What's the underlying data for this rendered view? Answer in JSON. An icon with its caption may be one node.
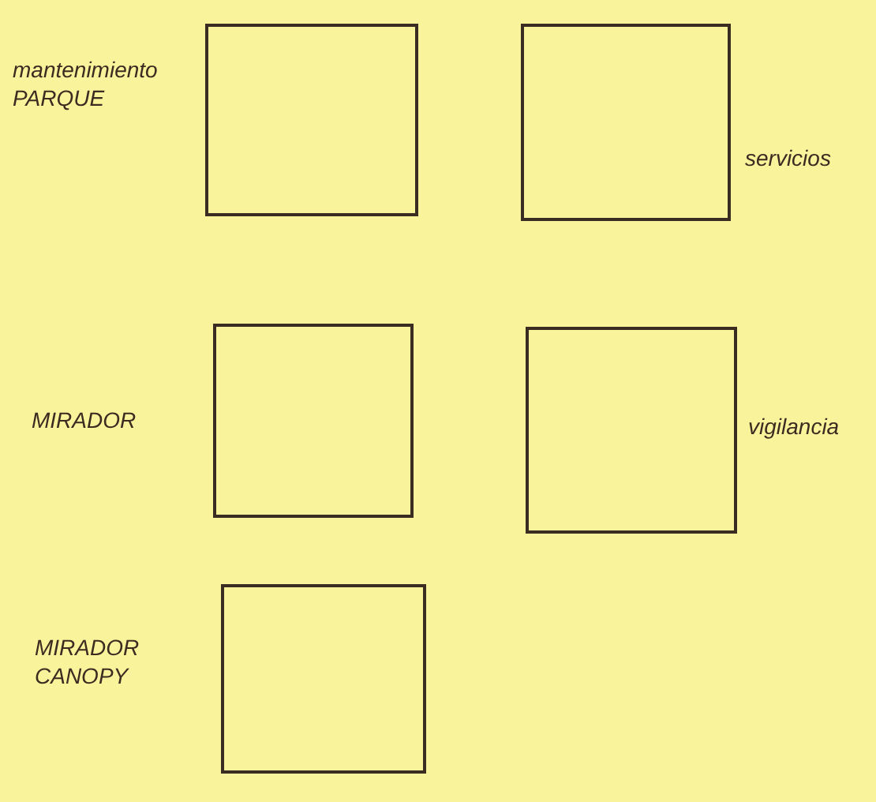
{
  "diagram": {
    "nodes": [
      {
        "text": [],
        "shape": "box",
        "beside": [
          "mantenimiento PARQUE"
        ]
      },
      {
        "text": [],
        "shape": "box",
        "beside": [
          "servicios"
        ]
      },
      {
        "text": [],
        "shape": "box",
        "beside": [
          "MIRADOR"
        ]
      },
      {
        "text": [],
        "shape": "box",
        "beside": [
          "vigilancia"
        ]
      },
      {
        "text": [],
        "shape": "box",
        "beside": [
          "MIRADOR CANOPY"
        ]
      }
    ]
  }
}
